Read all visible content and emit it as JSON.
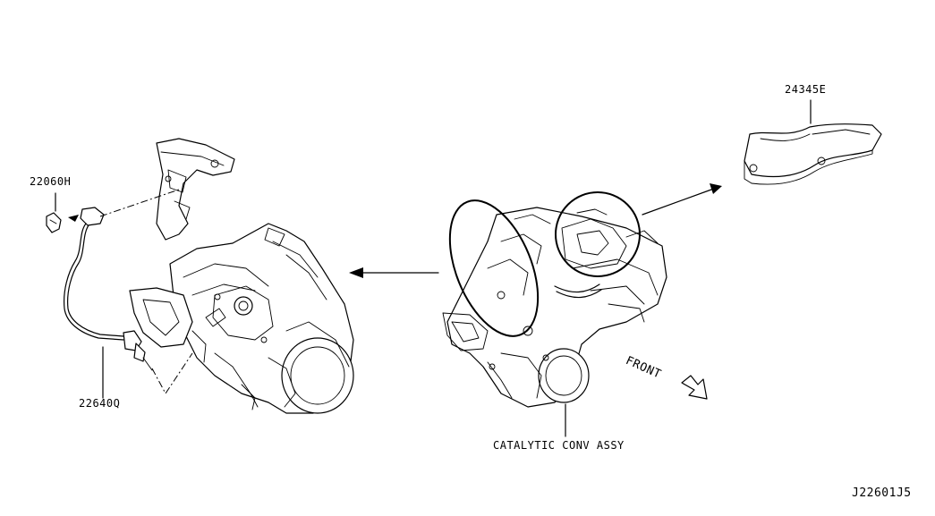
{
  "diagram": {
    "part_labels": {
      "heat_insulator": "24345E",
      "clamp": "22060H",
      "oxygen_sensor": "22640Q",
      "catalytic_converter": "CATALYTIC CONV ASSY"
    },
    "direction_label": "FRONT",
    "drawing_code": "J22601J5"
  }
}
